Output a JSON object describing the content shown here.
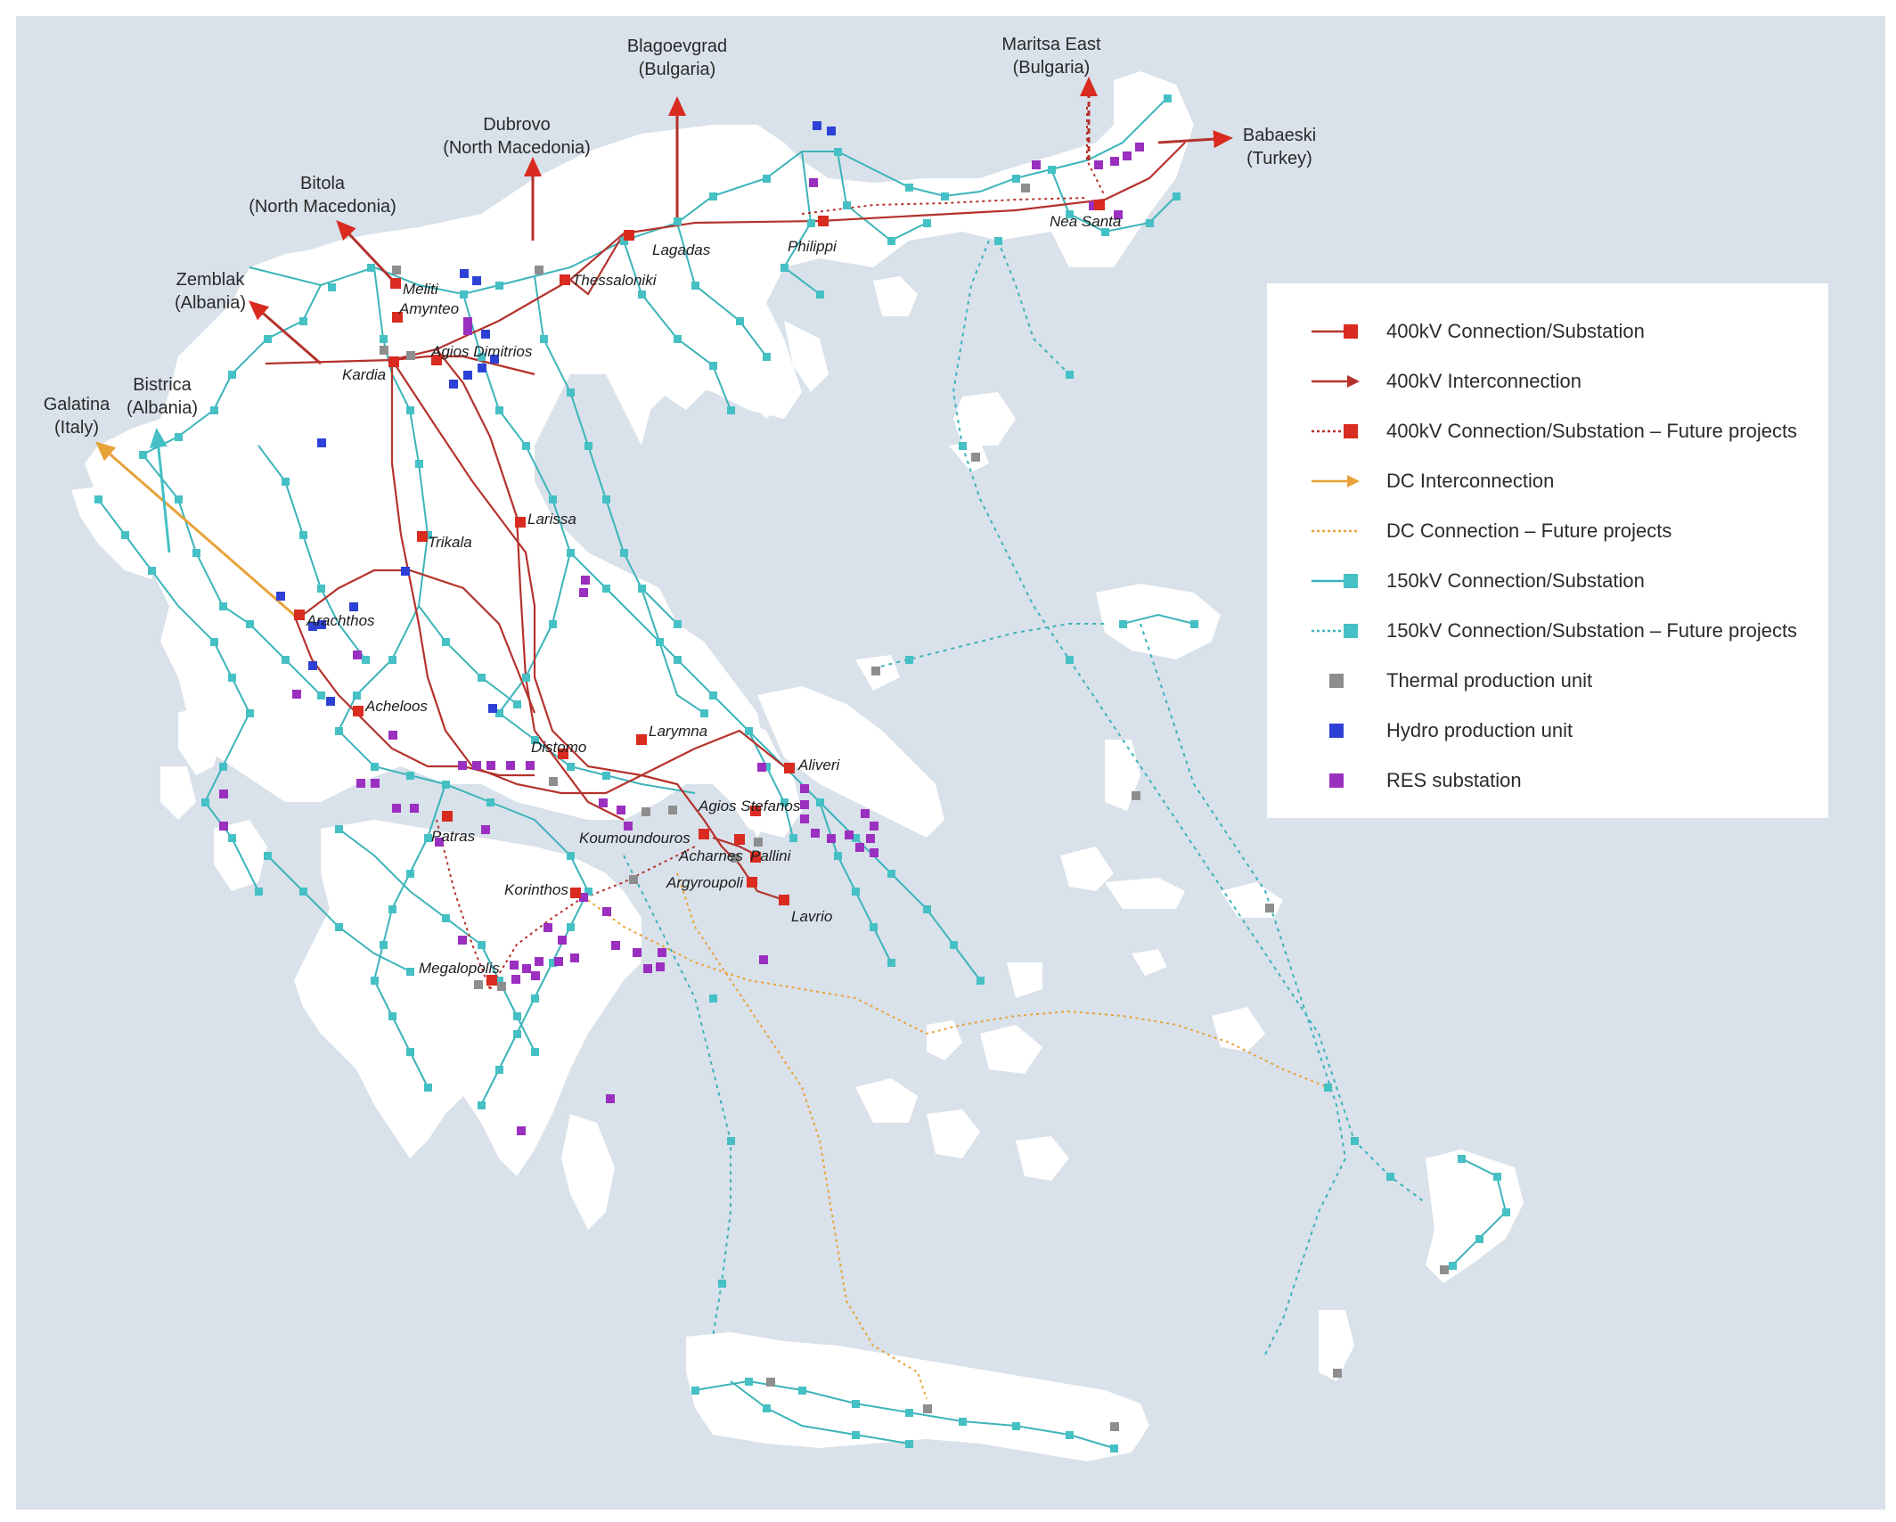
{
  "colors": {
    "sea": "#d9e1ea",
    "land": "#ffffff",
    "line_400kv": "#b5322c",
    "node_400kv": "#d92b1f",
    "line_150kv": "#3cb4ba",
    "node_150kv": "#45c0c4",
    "dc": "#e8a23a",
    "thermal": "#8e8e8e",
    "hydro": "#2e41d6",
    "res": "#9a2fc0"
  },
  "interconnections": [
    {
      "id": "blagoevgrad",
      "line1": "Blagoevgrad",
      "line2": "(Bulgaria)"
    },
    {
      "id": "maritsa",
      "line1": "Maritsa East",
      "line2": "(Bulgaria)"
    },
    {
      "id": "dubrovo",
      "line1": "Dubrovo",
      "line2": "(North Macedonia)"
    },
    {
      "id": "bitola",
      "line1": "Bitola",
      "line2": "(North Macedonia)"
    },
    {
      "id": "babaeski",
      "line1": "Babaeski",
      "line2": "(Turkey)"
    },
    {
      "id": "zemblak",
      "line1": "Zemblak",
      "line2": "(Albania)"
    },
    {
      "id": "bistrica",
      "line1": "Bistrica",
      "line2": "(Albania)"
    },
    {
      "id": "galatina",
      "line1": "Galatina",
      "line2": "(Italy)"
    }
  ],
  "substations": [
    "Lagadas",
    "Philippi",
    "Nea Santa",
    "Thessaloniki",
    "Meliti",
    "Amynteo",
    "Agios Dimitrios",
    "Kardia",
    "Trikala",
    "Larissa",
    "Arachthos",
    "Acheloos",
    "Larymna",
    "Distomo",
    "Aliveri",
    "Agios Stefanos",
    "Patras",
    "Koumoundouros",
    "Acharnes",
    "Pallini",
    "Korinthos",
    "Argyroupoli",
    "Lavrio",
    "Megalopolis"
  ],
  "legend": [
    {
      "key": "c400",
      "label": "400kV Connection/Substation"
    },
    {
      "key": "i400",
      "label": "400kV Interconnection"
    },
    {
      "key": "f400",
      "label": "400kV Connection/Substation – Future projects"
    },
    {
      "key": "dci",
      "label": "DC Interconnection"
    },
    {
      "key": "dcf",
      "label": "DC Connection – Future projects"
    },
    {
      "key": "c150",
      "label": "150kV Connection/Substation"
    },
    {
      "key": "f150",
      "label": "150kV Connection/Substation – Future projects"
    },
    {
      "key": "thermal",
      "label": "Thermal production unit"
    },
    {
      "key": "hydro",
      "label": "Hydro production unit"
    },
    {
      "key": "res",
      "label": "RES substation"
    }
  ]
}
